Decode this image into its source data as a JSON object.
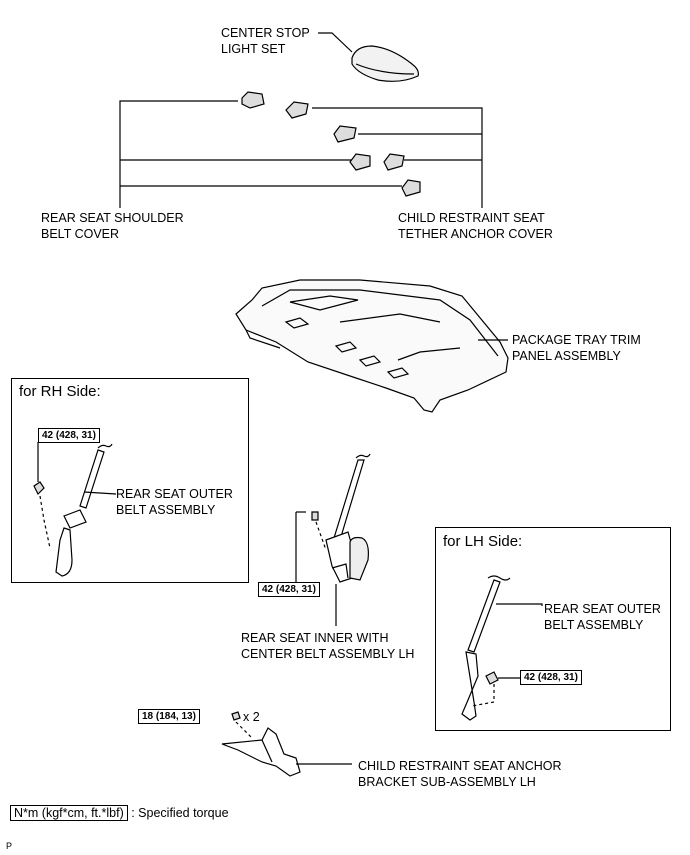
{
  "labels": {
    "center_stop_light": [
      "CENTER STOP",
      "LIGHT SET"
    ],
    "shoulder_belt_cover": [
      "REAR SEAT SHOULDER",
      "BELT COVER"
    ],
    "tether_anchor_cover": [
      "CHILD RESTRAINT SEAT",
      "TETHER ANCHOR COVER"
    ],
    "package_tray": [
      "PACKAGE TRAY TRIM",
      "PANEL ASSEMBLY"
    ],
    "rh_outer_belt": [
      "REAR SEAT OUTER",
      "BELT ASSEMBLY"
    ],
    "inner_center_belt": [
      "REAR SEAT INNER WITH",
      "CENTER BELT ASSEMBLY LH"
    ],
    "lh_outer_belt": [
      "REAR SEAT OUTER",
      "BELT ASSEMBLY"
    ],
    "anchor_bracket": [
      "CHILD RESTRAINT SEAT ANCHOR",
      "BRACKET SUB-ASSEMBLY LH"
    ]
  },
  "boxes": {
    "rh_title": "for RH Side:",
    "lh_title": "for LH Side:"
  },
  "torques": {
    "rh_belt": "42 (428, 31)",
    "inner_belt": "42 (428, 31)",
    "lh_belt": "42 (428, 31)",
    "bracket": "18 (184, 13)"
  },
  "quantity": "x 2",
  "legend": {
    "key": "N*m (kgf*cm, ft.*lbf)",
    "text": ": Specified torque"
  },
  "corner_mark": "P"
}
